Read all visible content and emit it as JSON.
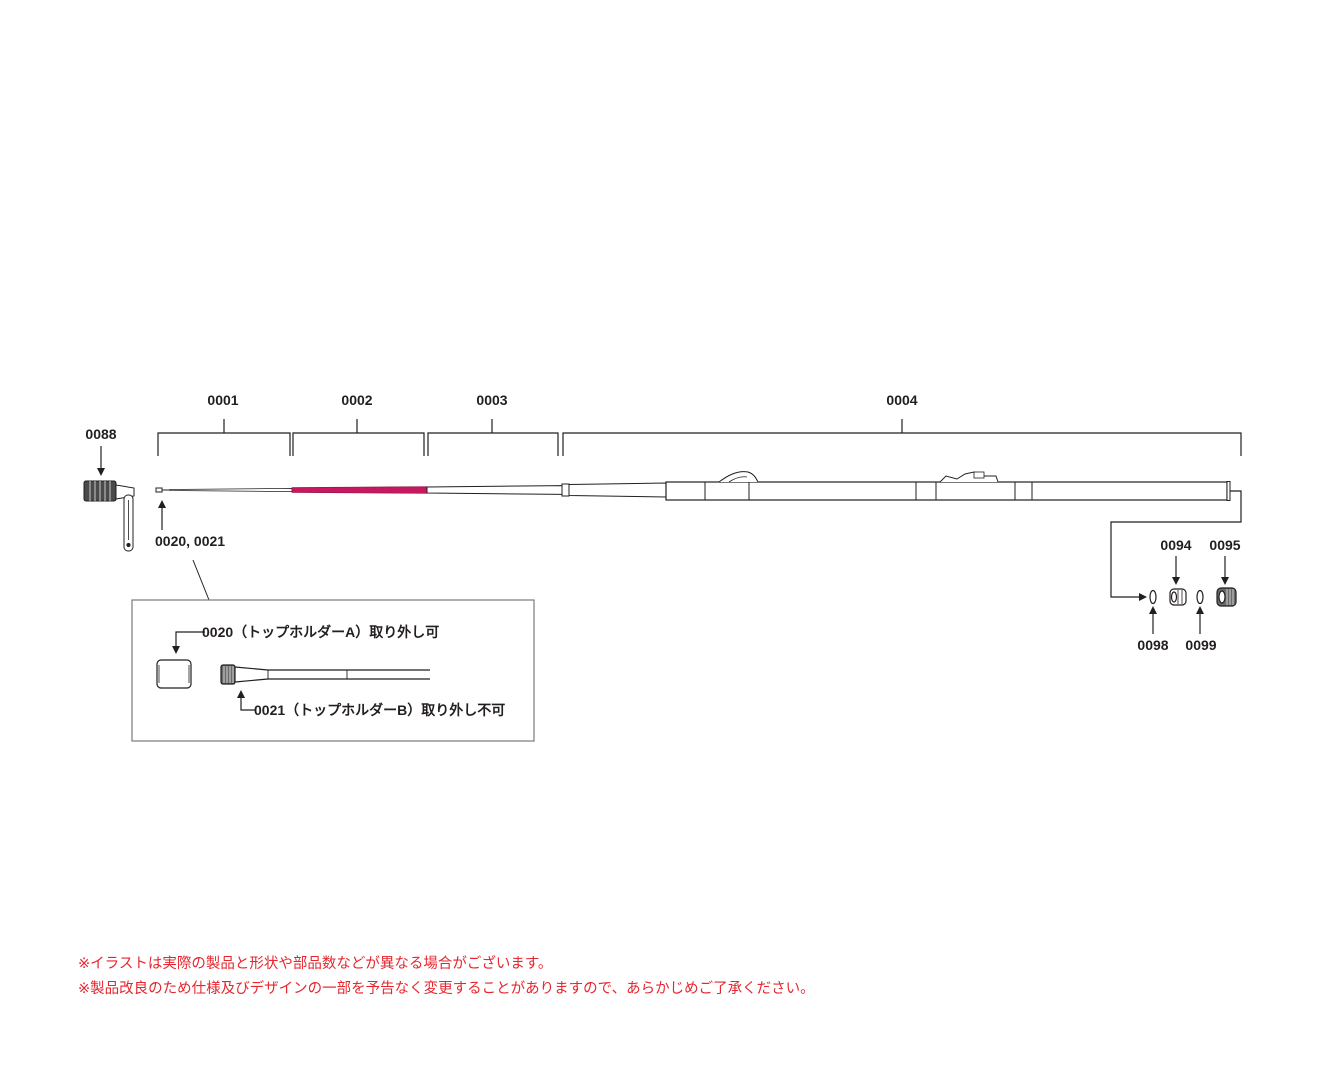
{
  "parts": {
    "p0001": "0001",
    "p0002": "0002",
    "p0003": "0003",
    "p0004": "0004",
    "p0088": "0088",
    "p0020_0021": "0020, 0021",
    "p0094": "0094",
    "p0095": "0095",
    "p0098": "0098",
    "p0099": "0099"
  },
  "inset": {
    "holder_a": "0020（トップホルダーA）取り外し可",
    "holder_b": "0021（トップホルダーB）取り外し不可"
  },
  "notes": [
    "※イラストは実際の製品と形状や部品数などが異なる場合がございます。",
    "※製品改良のため仕様及びデザインの一部を予告なく変更することがありますので、あらかじめご了承ください。"
  ],
  "colors": {
    "ink": "#231f20",
    "accent_segment": "#c8185f",
    "note": "#e6262e"
  }
}
